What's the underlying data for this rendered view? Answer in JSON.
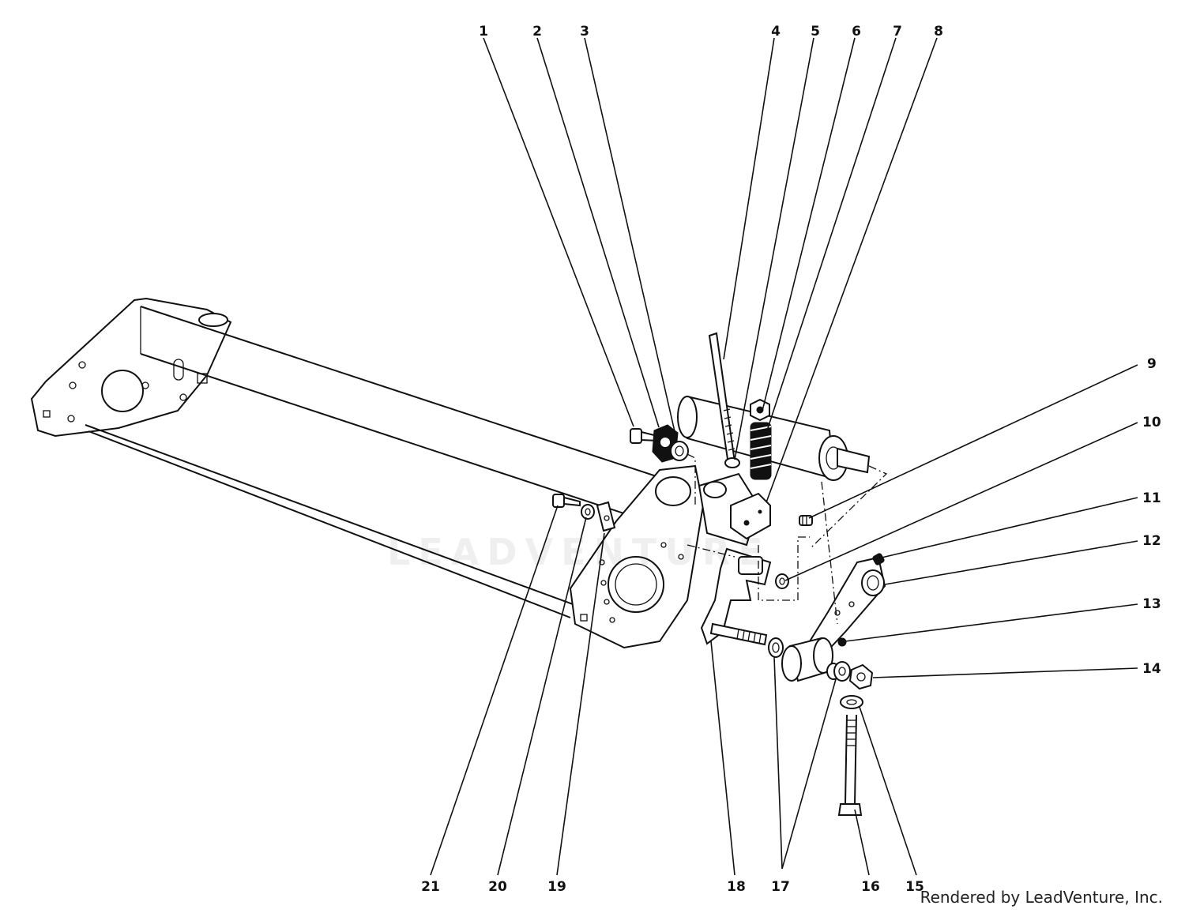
{
  "callouts": [
    {
      "label": "1"
    },
    {
      "label": "2"
    },
    {
      "label": "3"
    },
    {
      "label": "4"
    },
    {
      "label": "5"
    },
    {
      "label": "6"
    },
    {
      "label": "7"
    },
    {
      "label": "8"
    },
    {
      "label": "9"
    },
    {
      "label": "10"
    },
    {
      "label": "11"
    },
    {
      "label": "12"
    },
    {
      "label": "13"
    },
    {
      "label": "14"
    },
    {
      "label": "15"
    },
    {
      "label": "16"
    },
    {
      "label": "17"
    },
    {
      "label": "18"
    },
    {
      "label": "19"
    },
    {
      "label": "20"
    },
    {
      "label": "21"
    }
  ],
  "watermark": "LEADVENTURE",
  "credit": "Rendered by LeadVenture, Inc."
}
